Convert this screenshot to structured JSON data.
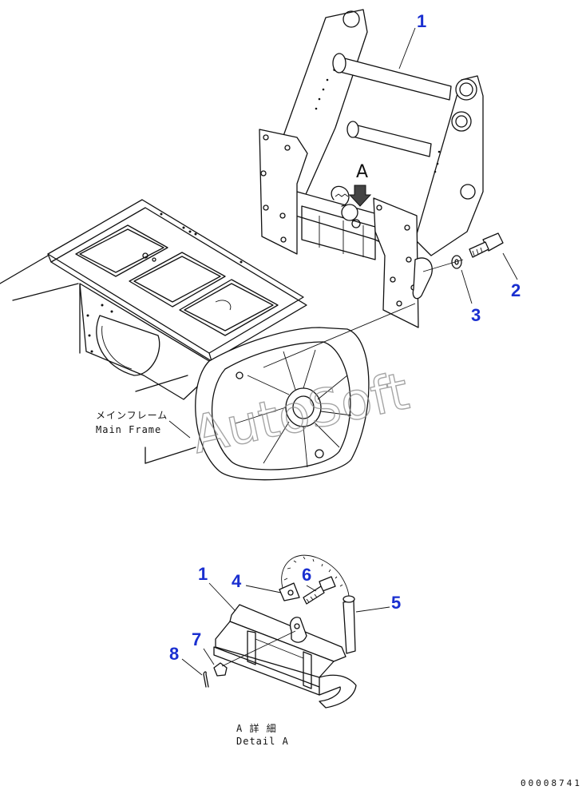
{
  "callouts": {
    "top": [
      {
        "id": "c1",
        "text": "1"
      },
      {
        "id": "c2",
        "text": "2"
      },
      {
        "id": "c3",
        "text": "3"
      }
    ],
    "detail": [
      {
        "id": "d1",
        "text": "1"
      },
      {
        "id": "d4",
        "text": "4"
      },
      {
        "id": "d6",
        "text": "6"
      },
      {
        "id": "d5",
        "text": "5"
      },
      {
        "id": "d7",
        "text": "7"
      },
      {
        "id": "d8",
        "text": "8"
      }
    ]
  },
  "labels": {
    "main_frame_jp": "メインフレーム",
    "main_frame_en": "Main Frame",
    "view_marker": "A",
    "detail_jp": "A 詳 細",
    "detail_en": "Detail A"
  },
  "watermark": "AutoSoft",
  "document_number": "00008741",
  "colors": {
    "callout": "#1a2fd0",
    "line": "#111111",
    "watermark": "#888888"
  }
}
